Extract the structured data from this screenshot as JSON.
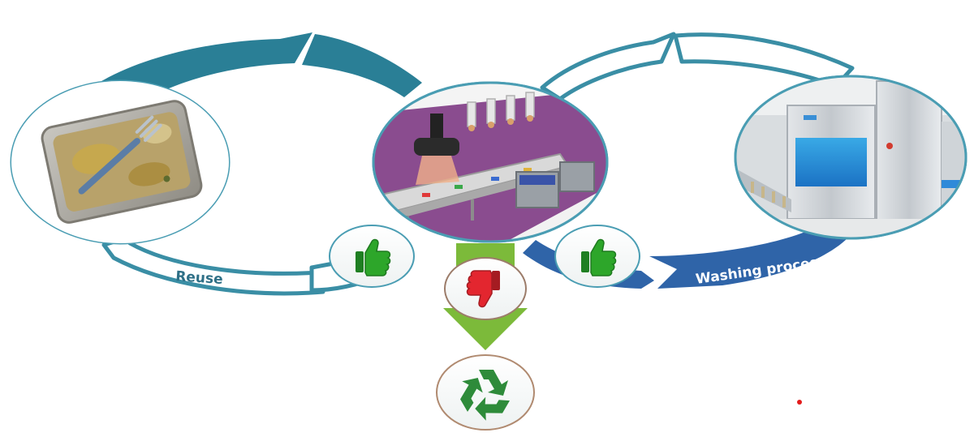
{
  "labels": {
    "reuse": "Reuse",
    "washing": "Washing process"
  },
  "nodes": {
    "tray": "used-tray-with-fork-photo",
    "sorting": "robotic-sorting-conveyor-render",
    "washing": "industrial-tunnel-dishwasher-photo",
    "recycle": "recycle-icon"
  },
  "icons": {
    "thumbs_up_left": "thumbs-up-icon",
    "thumbs_up_right": "thumbs-up-icon",
    "thumbs_down": "thumbs-down-icon",
    "recycle": "recycle-icon"
  },
  "colors": {
    "teal_dark": "#2a7f96",
    "teal_light": "#4a9db3",
    "teal_outline": "#3a8ea5",
    "blue": "#2f64a8",
    "green": "#7cba3a",
    "thumb_green": "#2da62a",
    "thumb_red": "#e3262f",
    "recycle_green": "#2e8b3a",
    "purple_floor": "#8a4c8f"
  }
}
